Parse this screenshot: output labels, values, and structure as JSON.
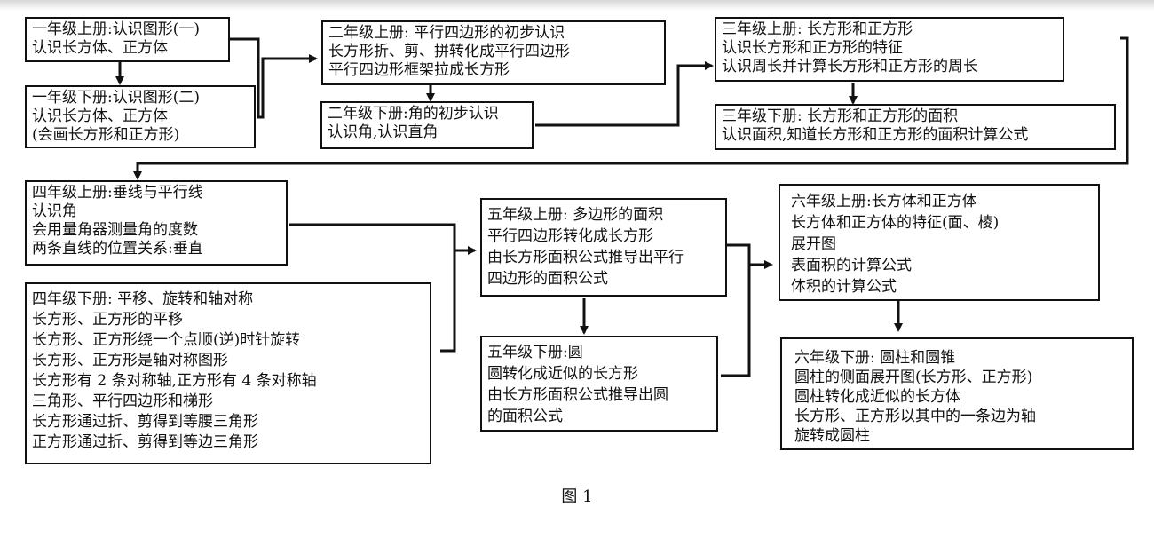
{
  "nodes": {
    "g1a": {
      "lines": [
        "一年级上册:认识图形(一)",
        "认识长方体、正方体"
      ]
    },
    "g1b": {
      "lines": [
        "一年级下册:认识图形(二)",
        "认识长方体、正方体",
        "(会画长方形和正方形)"
      ]
    },
    "g2a": {
      "lines": [
        "二年级上册: 平行四边形的初步认识",
        "长方形折、剪、拼转化成平行四边形",
        "平行四边形框架拉成长方形"
      ]
    },
    "g2b": {
      "lines": [
        "二年级下册:角的初步认识",
        "认识角,认识直角"
      ]
    },
    "g3a": {
      "lines": [
        "三年级上册: 长方形和正方形",
        "认识长方形和正方形的特征",
        "认识周长并计算长方形和正方形的周长"
      ]
    },
    "g3b": {
      "lines": [
        "三年级下册: 长方形和正方形的面积",
        "认识面积,知道长方形和正方形的面积计算公式"
      ]
    },
    "g4a": {
      "lines": [
        "四年级上册:垂线与平行线",
        "认识角",
        "会用量角器测量角的度数",
        "两条直线的位置关系:垂直"
      ]
    },
    "g4b": {
      "lines": [
        "四年级下册: 平移、旋转和轴对称",
        "长方形、正方形的平移",
        "长方形、正方形绕一个点顺(逆)时针旋转",
        "长方形、正方形是轴对称图形",
        "长方形有 2 条对称轴,正方形有 4 条对称轴",
        "三角形、平行四边形和梯形",
        "长方形通过折、剪得到等腰三角形",
        "正方形通过折、剪得到等边三角形"
      ]
    },
    "g5a": {
      "lines": [
        "五年级上册: 多边形的面积",
        "平行四边形转化成长方形",
        "由长方形面积公式推导出平行",
        "四边形的面积公式"
      ]
    },
    "g5b": {
      "lines": [
        "五年级下册:圆",
        "圆转化成近似的长方形",
        "由长方形面积公式推导出圆",
        "的面积公式"
      ]
    },
    "g6a": {
      "lines": [
        "六年级上册:长方体和正方体",
        "长方体和正方体的特征(面、棱)",
        "展开图",
        "表面积的计算公式",
        "体积的计算公式"
      ]
    },
    "g6b": {
      "lines": [
        "六年级下册: 圆柱和圆锥",
        "圆柱的侧面展开图(长方形、正方形)",
        "圆柱转化成近似的长方体",
        "长方形、正方形以其中的一条边为轴",
        "旋转成圆柱"
      ]
    }
  },
  "caption": "图 1",
  "colors": {
    "line": "#111111",
    "background": "#ffffff"
  }
}
